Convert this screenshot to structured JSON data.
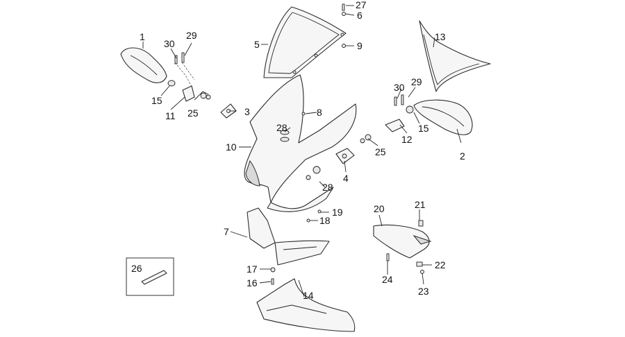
{
  "labels": {
    "1": "1",
    "2": "2",
    "3": "3",
    "4": "4",
    "5": "5",
    "6": "6",
    "7": "7",
    "8": "8",
    "9": "9",
    "10": "10",
    "11": "11",
    "12": "12",
    "13": "13",
    "14": "14",
    "15": "15",
    "16": "16",
    "17": "17",
    "18": "18",
    "19": "19",
    "20": "20",
    "21": "21",
    "22": "22",
    "23": "23",
    "24": "24",
    "25": "25",
    "26": "26",
    "27": "27",
    "28": "28",
    "29": "29",
    "30": "30"
  }
}
